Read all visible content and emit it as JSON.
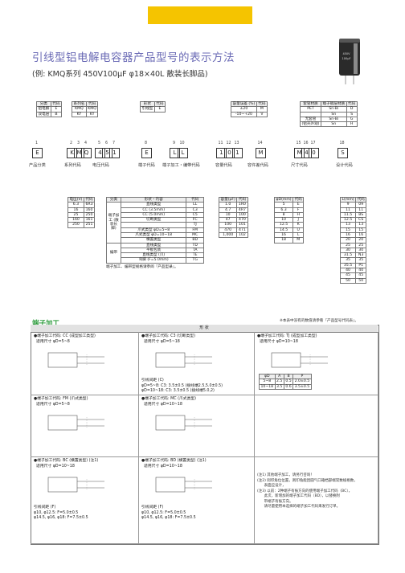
{
  "header_band_color": "#f5c400",
  "title": "引线型铝电解电容器产品型号的表示方法",
  "subtitle": "(例: KMQ系列 450V100μF φ18×40L  散装长脚品)",
  "photo_text": "450V\n100μF",
  "top_tables": [
    {
      "headers": [
        "分类",
        "代码"
      ],
      "rows": [
        [
          "铝电解",
          "E"
        ],
        [
          "双电层",
          "B"
        ]
      ]
    },
    {
      "headers": [
        "系列名",
        "代码"
      ],
      "rows": [
        [
          "KMQ",
          "KMQ"
        ],
        [
          "KY",
          "KY"
        ]
      ]
    },
    {
      "headers": [
        "形状",
        "代码"
      ],
      "rows": [
        [
          "引线型",
          "E"
        ]
      ]
    },
    {
      "headers": [
        "容量误差 (%)",
        "代码"
      ],
      "rows": [
        [
          "±20",
          "M"
        ],
        [
          "-10~+20",
          "V"
        ]
      ]
    },
    {
      "headers": [
        "套管材质",
        "端子镀层材质",
        "代码"
      ],
      "rows": [
        [
          "PET",
          "Sn-Bi",
          "D"
        ],
        [
          "",
          "Sn",
          "S"
        ],
        [
          "无套管",
          "Sn-Bi",
          "G"
        ],
        [
          "(铝壳外观)",
          "Sn",
          "H"
        ]
      ]
    }
  ],
  "code_positions": [
    {
      "n": "1",
      "v": "E"
    },
    {
      "n": "2",
      "v": "K"
    },
    {
      "n": "3",
      "v": "M"
    },
    {
      "n": "4",
      "v": "Q"
    },
    {
      "n": "5",
      "v": "4"
    },
    {
      "n": "6",
      "v": "5"
    },
    {
      "n": "7",
      "v": "1"
    },
    {
      "n": "8",
      "v": "E"
    },
    {
      "n": "9",
      "v": "L"
    },
    {
      "n": "10",
      "v": "L"
    },
    {
      "n": "11",
      "v": "1"
    },
    {
      "n": "12",
      "v": "0"
    },
    {
      "n": "13",
      "v": "1"
    },
    {
      "n": "14",
      "v": "M"
    },
    {
      "n": "15",
      "v": "M"
    },
    {
      "n": "16",
      "v": "4"
    },
    {
      "n": "17",
      "v": "0"
    },
    {
      "n": "18",
      "v": "S"
    }
  ],
  "code_captions": [
    "产品分类",
    "系列代码",
    "电压代码",
    "端子代码",
    "端子加工・编带代码",
    "容量代码",
    "容许差代码",
    "尺寸代码",
    "设计代码"
  ],
  "voltage_table": {
    "headers": [
      "电压(V)",
      "代码"
    ],
    "rows": [
      [
        "6.3",
        "6R3"
      ],
      [
        "16",
        "160"
      ],
      [
        "25",
        "250"
      ],
      [
        "160",
        "161"
      ],
      [
        "250",
        "251"
      ]
    ]
  },
  "processing_table": {
    "headers": [
      "分类",
      "形状・内容",
      "代码"
    ],
    "group1": "端子加工 (散装长脚)",
    "group2": "编带",
    "rows": [
      [
        "直线类型",
        "LL"
      ],
      [
        "CC (3.5mm)",
        "C3"
      ],
      [
        "CC (5.0mm)",
        "C5"
      ],
      [
        "切断类型",
        "FC"
      ],
      [
        "",
        "TJ"
      ],
      [
        "爪式类型 φD=5~8",
        "FM"
      ],
      [
        "爪式类型 φD=10~18",
        "MC"
      ],
      [
        "横置类型",
        "BD"
      ],
      [
        "直线类型",
        "TD"
      ],
      [
        "平板包装",
        "TA"
      ],
      [
        "直线类型 (爪)",
        "TE"
      ],
      [
        "弯脚 (F=5.0mm)",
        "TG"
      ]
    ],
    "note": "端子加工、编带型规格请参阅『产品型录』。"
  },
  "capacitance_table": {
    "headers": [
      "容量(μF)",
      "代码"
    ],
    "rows": [
      [
        "1.0",
        "1R0"
      ],
      [
        "4.7",
        "4R7"
      ],
      [
        "10",
        "100"
      ],
      [
        "47",
        "470"
      ],
      [
        "100",
        "101"
      ],
      [
        "470",
        "471"
      ],
      [
        "1,000",
        "102"
      ]
    ]
  },
  "diameter_table": {
    "headers": [
      "φD(mm)",
      "代码"
    ],
    "rows": [
      [
        "5",
        "E"
      ],
      [
        "6.3",
        "F"
      ],
      [
        "8",
        "H"
      ],
      [
        "10",
        "J"
      ],
      [
        "12.5",
        "K"
      ],
      [
        "14.5",
        "U"
      ],
      [
        "16",
        "L"
      ],
      [
        "18",
        "M"
      ]
    ]
  },
  "length_table": {
    "headers": [
      "L(mm)",
      "代码"
    ],
    "rows": [
      [
        "9",
        "09"
      ],
      [
        "11",
        "11"
      ],
      [
        "11.5",
        "BS"
      ],
      [
        "12.5",
        "CS"
      ],
      [
        "13",
        "13"
      ],
      [
        "15",
        "15"
      ],
      [
        "16",
        "16"
      ],
      [
        "20",
        "20"
      ],
      [
        "25",
        "25"
      ],
      [
        "30",
        "30"
      ],
      [
        "31.5",
        "N3"
      ],
      [
        "35",
        "35"
      ],
      [
        "35.5",
        "P1"
      ],
      [
        "40",
        "40"
      ],
      [
        "45",
        "45"
      ],
      [
        "50",
        "50"
      ]
    ]
  },
  "section_title": "端子加工",
  "section_note": "※本表中没有的数值请参看『产品型号代码表』。",
  "terminal_header": "形     状",
  "terminal_cells": [
    "●端子加工代码: CC (成型加工类型)\n  适用尺寸 φD=5~8",
    "●端子加工代码: C3 (切断类型)\n  适用尺寸 φD=5~18",
    "●端子加工代码: TJ (成型加工类型)\n  适用尺寸 φD=10~18",
    "●端子加工代码: FM (爪式类型)\n  适用尺寸 φD=5~8",
    "●端子加工代码: MC (爪式类型)\n  适用尺寸 φD=10~18",
    "",
    "●端子加工代码: BC (横置类型) (注1)\n  适用尺寸 φD=10~18",
    "●端子加工代码: BD (横置类型) (注1)\n  适用尺寸 φD=10~18",
    ""
  ],
  "pitch_note_1": "引线间距 (C)\nφD=5~8: C3: 3.5±0.5 (接线端2.5,5.0±0.5)\nφD=10~18: C3: 3.5±0.5 (接线端5.0,2)",
  "pitch_note_2": "引线间距 (F)\nφ10, φ12.5: F=5.0±0.5\nφ14.5, φ16, φ18: F=7.5±0.5",
  "pitch_note_3": "引线间距 (F)\nφ10, φ12.5: F=5.0±0.5\nφ14.5, φ16, φ18: F=7.5±0.5",
  "remarks": "(注1) 其他端子加工，请另行咨询！\n(注2) 则印角位位置，则印角能因圆气口箱档部端常数规格数，\n      表面应设计，\n(注3) 以前：2种端子有振方向的使用端子加工代码（BC），\n      此次，新增加的端子加工代码（BD），以替换附\n      带端子有振方向。\n      请尽量使用本选择的端子加工代码来发行订单。",
  "cc_dims_table": {
    "headers": [
      "φD",
      "A",
      "B",
      "P"
    ],
    "rows": [
      [
        "5~8",
        "2.5",
        "0.5",
        "2.0±0.5"
      ],
      [
        "10~18",
        "3.5",
        "0.6",
        "3.5±0.5"
      ]
    ]
  }
}
